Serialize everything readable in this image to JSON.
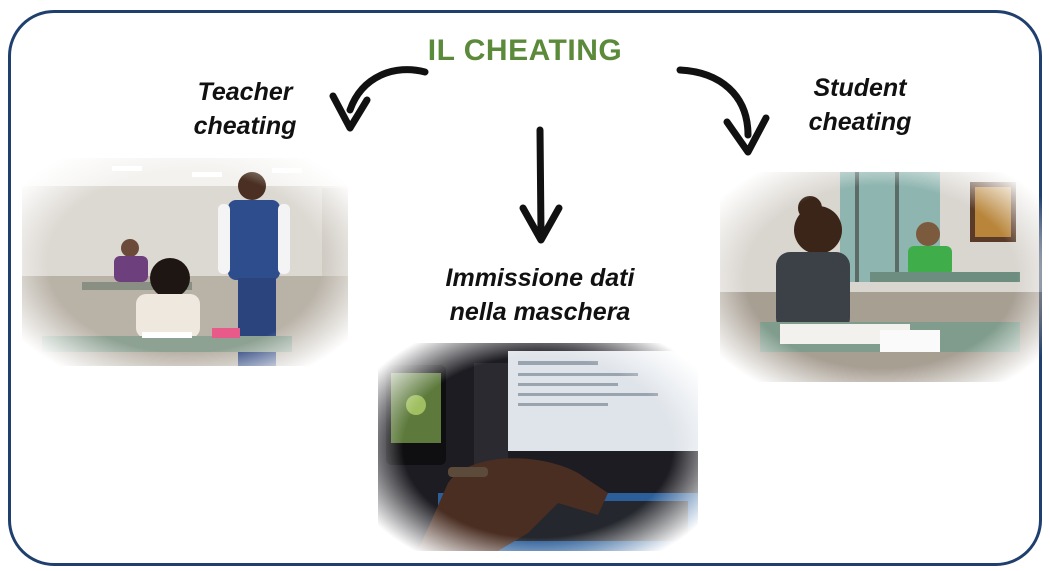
{
  "title": "IL CHEATING",
  "branches": {
    "teacher": {
      "line1": "Teacher",
      "line2": "cheating"
    },
    "student": {
      "line1": "Student",
      "line2": "cheating"
    },
    "mask": {
      "line1": "Immissione dati",
      "line2": "nella maschera"
    }
  },
  "photos": {
    "teacher": {
      "subject": "teacher-standing-over-student-at-desk-photo"
    },
    "student": {
      "subject": "students-talking-in-classroom-photo"
    },
    "laptop": {
      "subject": "hands-typing-on-laptop-with-phone-photo"
    }
  },
  "colors": {
    "title": "#5b8a3a",
    "frame_border": "#1f3f6e",
    "arrow": "#111111",
    "label_text": "#111111"
  }
}
